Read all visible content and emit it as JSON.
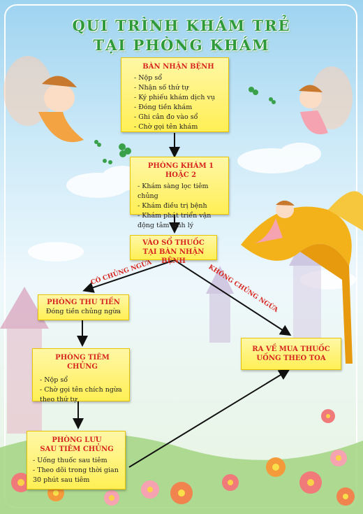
{
  "title": {
    "line1": "QUI TRÌNH KHÁM TRẺ",
    "line2": "TẠI PHÒNG KHÁM"
  },
  "steps": {
    "reception": {
      "heading": "BÀN NHẬN BỆNH",
      "items": [
        "- Nộp sổ",
        "- Nhận số thứ tự",
        "- Ký phiếu khám dịch vụ",
        "- Đóng tiền khám",
        "- Ghi cân đo vào sổ",
        "- Chờ gọi tên khám"
      ]
    },
    "exam_room": {
      "heading": "PHÒNG KHÁM 1 HOẶC 2",
      "items": [
        "- Khám sàng lọc tiêm chủng",
        "- Khám điều trị bệnh",
        "- Khám phát triển vận động tâm sinh lý"
      ]
    },
    "record": {
      "heading_line1": "VÀO SỔ THUỐC",
      "heading_line2": "TẠI BÀN NHẬN BỆNH"
    },
    "cashier": {
      "heading": "PHÒNG THU TIỀN",
      "items": [
        "Đóng tiền chủng ngừa"
      ]
    },
    "vaccination": {
      "heading": "PHÒNG TIÊM CHỦNG",
      "items": [
        "- Nộp sổ",
        "- Chờ gọi tên chích ngừa theo thứ tự"
      ]
    },
    "recovery": {
      "heading_line1": "PHÒNG LƯU",
      "heading_line2": "SAU TIÊM CHỦNG",
      "items": [
        "- Uống thuốc sau tiêm",
        "- Theo dõi trong thời gian 30 phút sau tiêm"
      ]
    },
    "pharmacy": {
      "heading_line1": "RA VỀ MUA THUỐC",
      "heading_line2": "UỐNG THEO TOA"
    }
  },
  "branches": {
    "with_vaccine": "CÓ CHỦNG NGỪA",
    "without_vaccine": "KHÔNG CHỦNG NGỪA"
  },
  "colors": {
    "title": "#2f9a3a",
    "heading": "#d6261f",
    "box_fill": "#fff36b",
    "arrow": "#111111"
  }
}
